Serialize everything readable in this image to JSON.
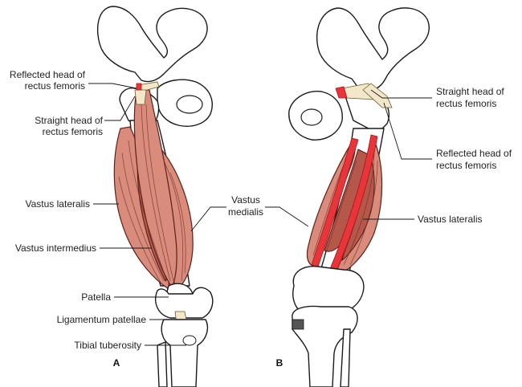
{
  "panels": {
    "a": "A",
    "b": "B"
  },
  "labels_a": {
    "reflected_1": "Reflected head of",
    "reflected_2": "rectus femoris",
    "straight_1": "Straight head of",
    "straight_2": "rectus femoris",
    "vastus_lateralis": "Vastus lateralis",
    "vastus_intermedius": "Vastus intermedius",
    "patella": "Patella",
    "ligamentum": "Ligamentum patellae",
    "tibial": "Tibial tuberosity"
  },
  "labels_center": {
    "vastus_medialis_1": "Vastus",
    "vastus_medialis_2": "medialis"
  },
  "labels_b": {
    "straight_1": "Straight head of",
    "straight_2": "rectus femoris",
    "reflected_1": "Reflected head of",
    "reflected_2": "rectus femoris",
    "vastus_lateralis": "Vastus lateralis"
  },
  "colors": {
    "muscle": "#d98b7c",
    "muscle_dark": "#b5574a",
    "cut": "#e8353a",
    "tendon": "#f3e7c9"
  }
}
